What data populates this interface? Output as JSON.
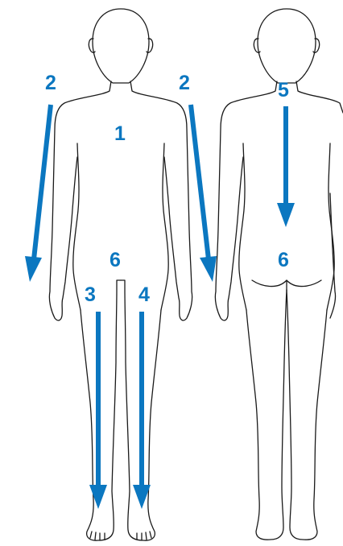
{
  "accent_color": "#0b77c0",
  "figures": [
    {
      "view": "front"
    },
    {
      "view": "back"
    }
  ],
  "labels": {
    "front_torso": "1",
    "left_arm": "2",
    "right_arm": "2",
    "left_leg": "3",
    "right_leg": "4",
    "back": "5",
    "front_groin": "6",
    "back_buttocks": "6"
  }
}
